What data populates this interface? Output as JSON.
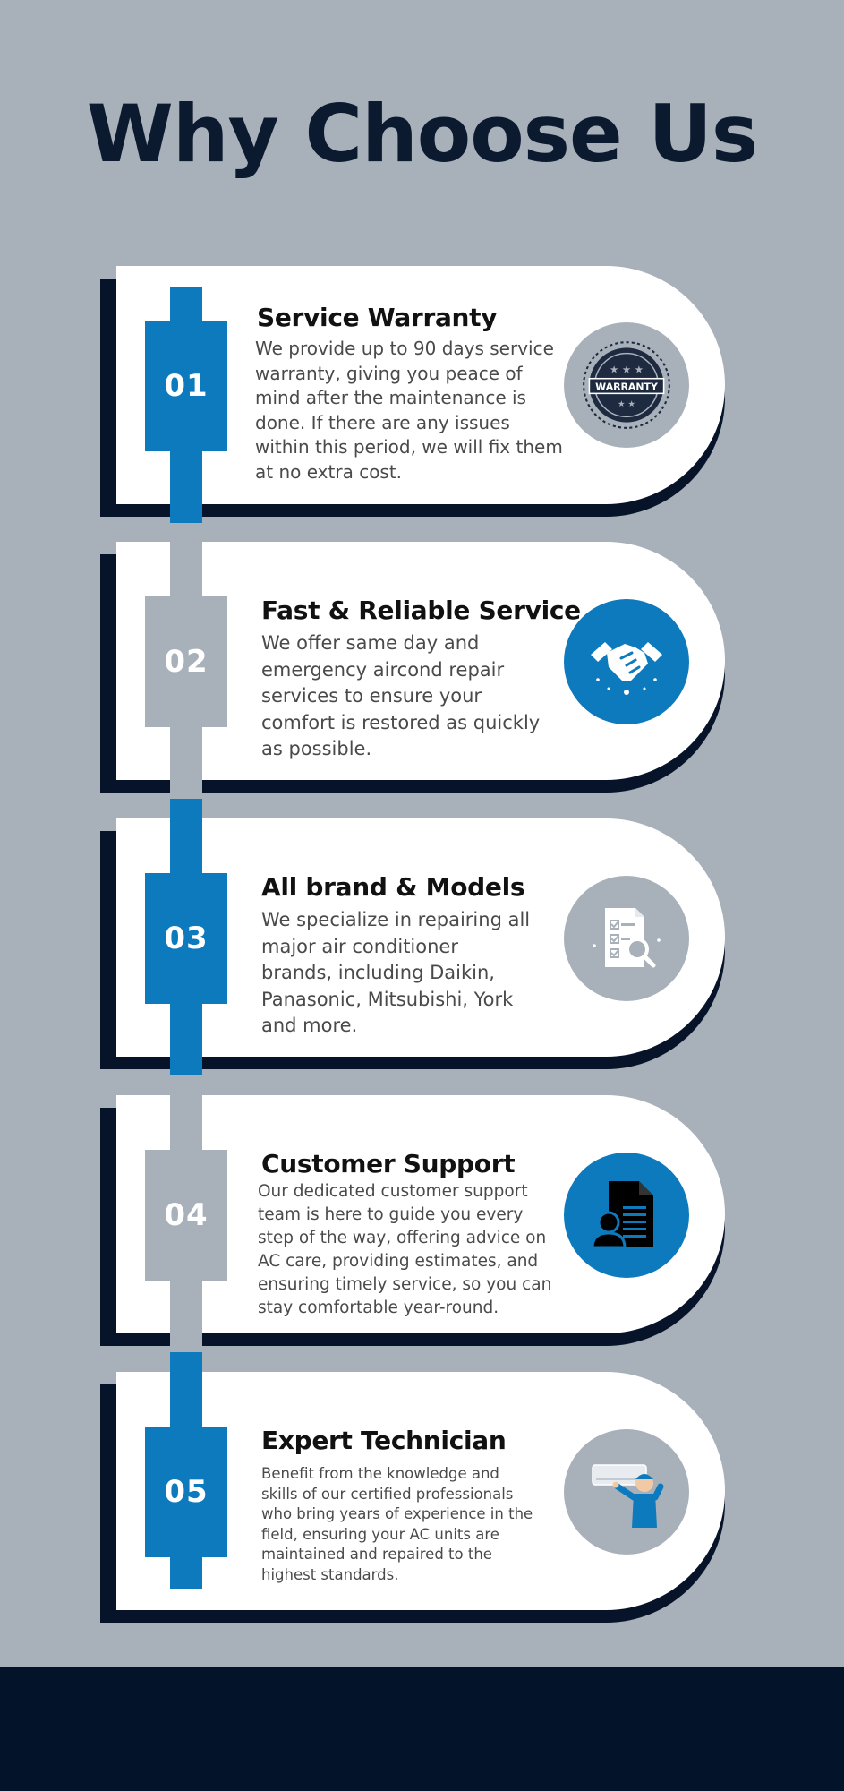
{
  "title": "Why Choose Us",
  "items": [
    {
      "number": "01",
      "heading": "Service Warranty",
      "body": "We provide up to 90 days service\nwarranty, giving you peace of\nmind after the maintenance is\ndone. If there are any issues\nwithin this period, we will fix them\nat no extra cost.",
      "icon": "warranty-badge-icon",
      "icon_text": "WARRANTY"
    },
    {
      "number": "02",
      "heading": "Fast & Reliable Service",
      "body": "We offer same day and\nemergency aircond repair\nservices to ensure your\ncomfort is restored as quickly\nas possible.",
      "icon": "handshake-icon"
    },
    {
      "number": "03",
      "heading": "All brand & Models",
      "body": "We specialize in repairing all\nmajor air conditioner\nbrands, including Daikin,\nPanasonic, Mitsubishi, York\nand more.",
      "icon": "checklist-magnifier-icon"
    },
    {
      "number": "04",
      "heading": "Customer Support",
      "body": "Our dedicated customer support\nteam is here to guide you every\nstep of the way, offering advice on\nAC care, providing estimates, and\nensuring timely service, so you can\nstay comfortable year-round.",
      "icon": "support-document-icon"
    },
    {
      "number": "05",
      "heading": "Expert Technician",
      "body": "Benefit from the knowledge and\nskills of our certified professionals\nwho bring years of experience in the\nfield, ensuring your AC units are\nmaintained and repaired to the\nhighest standards.",
      "icon": "technician-icon"
    }
  ],
  "colors": {
    "background": "#a8b0ba",
    "navy": "#061329",
    "blue": "#0c7abd",
    "card": "#ffffff"
  }
}
